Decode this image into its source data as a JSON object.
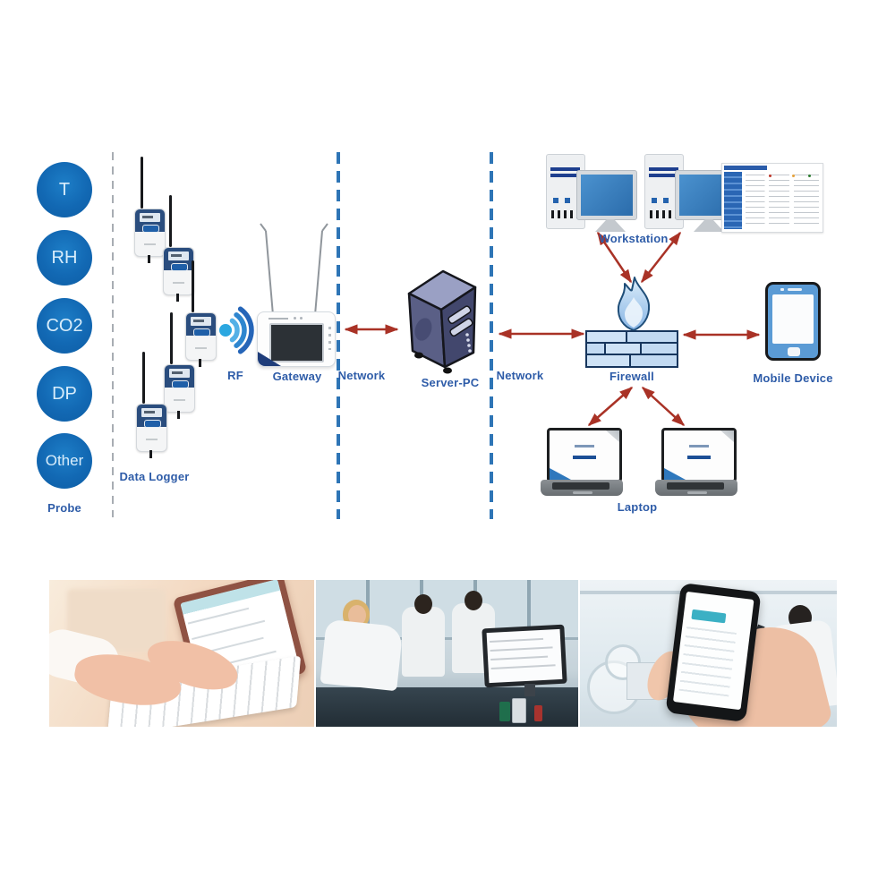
{
  "diagram": {
    "probe": {
      "items": [
        "T",
        "RH",
        "CO2",
        "DP",
        "Other"
      ],
      "caption": "Probe"
    },
    "labels": {
      "data_logger": "Data Logger",
      "rf": "RF",
      "gateway": "Gateway",
      "network_left": "Network",
      "server_pc": "Server-PC",
      "network_right": "Network",
      "workstation": "Workstation",
      "firewall": "Firewall",
      "mobile_device": "Mobile Device",
      "laptop": "Laptop"
    }
  },
  "colors": {
    "probe_circle": "#1268b3",
    "probe_text": "#d9edfb",
    "label_text": "#2e5ca8",
    "arrow_red": "#a93226",
    "divider_gray": "#a8adb3",
    "divider_blue": "#2e75b6",
    "rf_signal": "#2e86cf",
    "logger_navy": "#2a4d7e",
    "server_body": "#5a5f86",
    "flame_blue": "#86b4e4",
    "brick_fill": "#cfe3f6",
    "brick_outline": "#17365d",
    "monitor_screen": "#2f78bd",
    "phone_face": "#5b9bd5"
  }
}
